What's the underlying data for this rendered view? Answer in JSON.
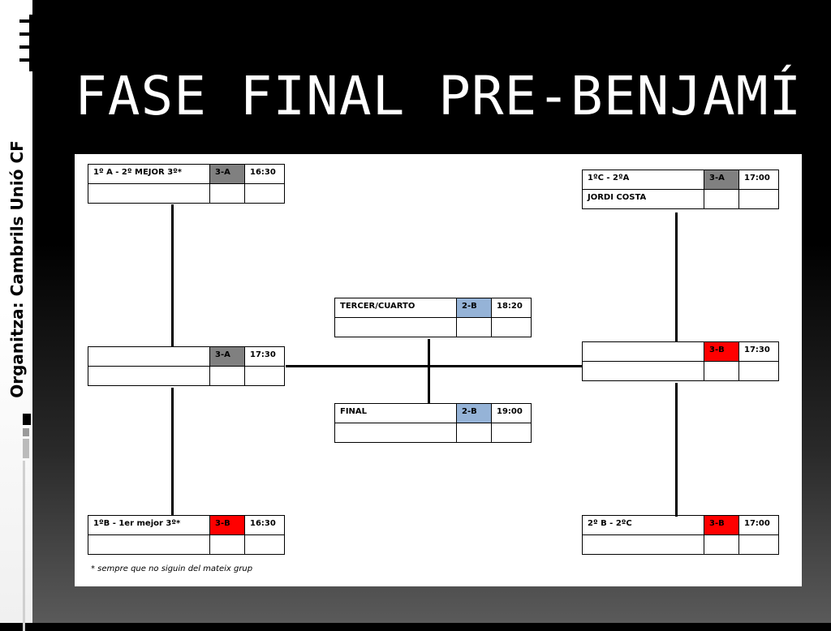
{
  "slide": {
    "title": "FASE FINAL PRE-BENJAMÍ",
    "organizer": "Organitza: Cambrils Unió CF"
  },
  "bracket": {
    "matches": [
      {
        "id": "left-top",
        "team1": "1º A - 2º MEJOR 3º*",
        "team2": "",
        "field": "3-A",
        "field_color": "#808080",
        "time": "16:30"
      },
      {
        "id": "left-mid",
        "team1": "",
        "team2": "",
        "field": "3-A",
        "field_color": "#808080",
        "time": "17:30"
      },
      {
        "id": "left-bottom",
        "team1": "1ºB - 1er mejor 3º*",
        "team2": "",
        "field": "3-B",
        "field_color": "#ff0000",
        "time": "16:30"
      },
      {
        "id": "center-third",
        "team1": "TERCER/CUARTO",
        "team2": "",
        "field": "2-B",
        "field_color": "#95b3d7",
        "time": "18:20"
      },
      {
        "id": "center-final",
        "team1": "FINAL",
        "team2": "",
        "field": "2-B",
        "field_color": "#95b3d7",
        "time": "19:00"
      },
      {
        "id": "right-top",
        "team1": "1ºC - 2ºA",
        "team2": "JORDI COSTA",
        "field": "3-A",
        "field_color": "#808080",
        "time": "17:00"
      },
      {
        "id": "right-mid",
        "team1": "",
        "team2": "",
        "field": "3-B",
        "field_color": "#ff0000",
        "time": "17:30"
      },
      {
        "id": "right-bottom",
        "team1": "2º B - 2ºC",
        "team2": "",
        "field": "3-B",
        "field_color": "#ff0000",
        "time": "17:00"
      }
    ],
    "footnote": "* sempre que no siguin del mateix grup"
  }
}
